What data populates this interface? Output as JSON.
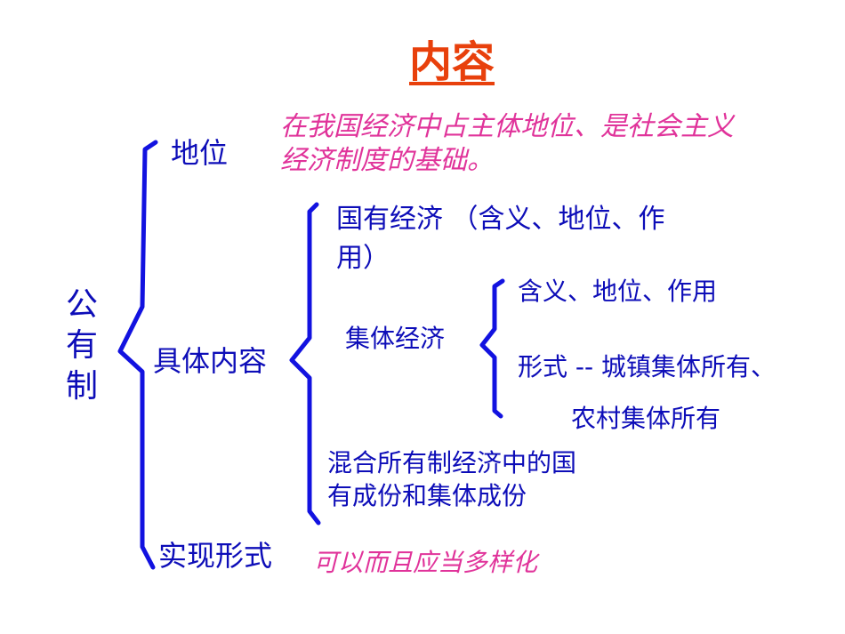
{
  "title": "内容",
  "main_label": "公有制",
  "branches": {
    "status": {
      "label": "地位",
      "note_line1": "在我国经济中占主体地位、是社会主义",
      "note_line2": "经济制度的基础。"
    },
    "content": {
      "label": "具体内容",
      "state_economy_line1": "国有经济 （含义、地位、作",
      "state_economy_line2": "用）",
      "collective_economy": {
        "label": "集体经济",
        "item1": "含义、地位、作用",
        "item2": "形式 -- 城镇集体所有、",
        "item3": "农村集体所有"
      },
      "mixed_line1": "混合所有制经济中的国",
      "mixed_line2": "有成份和集体成份"
    },
    "realization": {
      "label": "实现形式",
      "note": "可以而且应当多样化"
    }
  },
  "colors": {
    "title": "#e8400c",
    "text": "#0d0db8",
    "note": "#e0339a",
    "bracket": "#1212e0"
  }
}
